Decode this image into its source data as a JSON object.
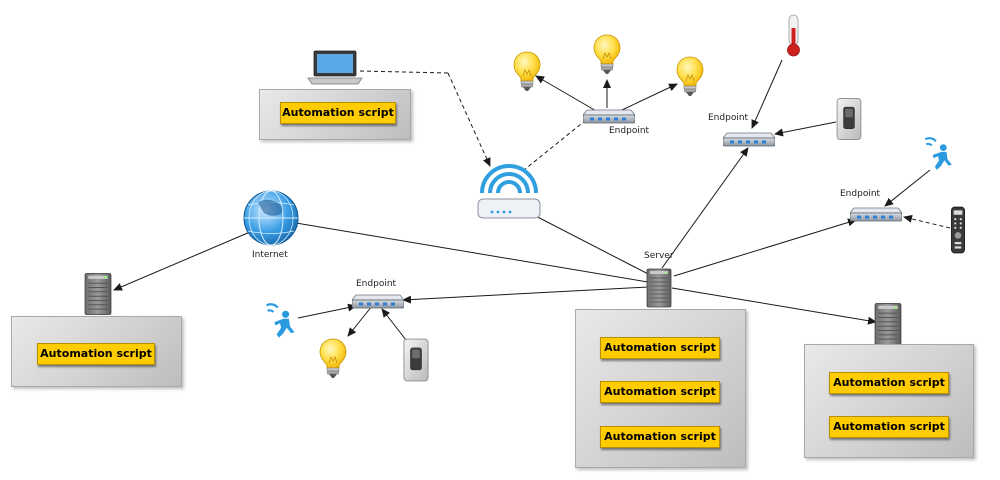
{
  "labels": {
    "internet": "Internet",
    "server": "Server",
    "endpoint_top": "Endpoint",
    "endpoint_right_top": "Endpoint",
    "endpoint_right": "Endpoint",
    "endpoint_left": "Endpoint"
  },
  "panels": {
    "laptop_panel": {
      "scripts": [
        "Automation script"
      ]
    },
    "left_server_panel": {
      "scripts": [
        "Automation script"
      ]
    },
    "center_server_panel": {
      "scripts": [
        "Automation script",
        "Automation script",
        "Automation script"
      ]
    },
    "right_server_panel": {
      "scripts": [
        "Automation script",
        "Automation script"
      ]
    }
  },
  "colors": {
    "script_button": "#ffcc00",
    "wire": "#1a1a1a",
    "wifi_arc": "#2f9fe0",
    "sensor_figure": "#2a9be0",
    "bulb": "#ffd93d"
  },
  "icons": {
    "laptop": "laptop-icon",
    "router": "wifi-router-icon",
    "globe": "internet-globe-icon",
    "server": "server-tower-icon",
    "hub": "network-hub-icon",
    "bulb": "light-bulb-icon",
    "thermometer": "thermometer-icon",
    "switch": "wall-switch-icon",
    "motion": "motion-sensor-icon",
    "remote": "remote-control-icon"
  }
}
